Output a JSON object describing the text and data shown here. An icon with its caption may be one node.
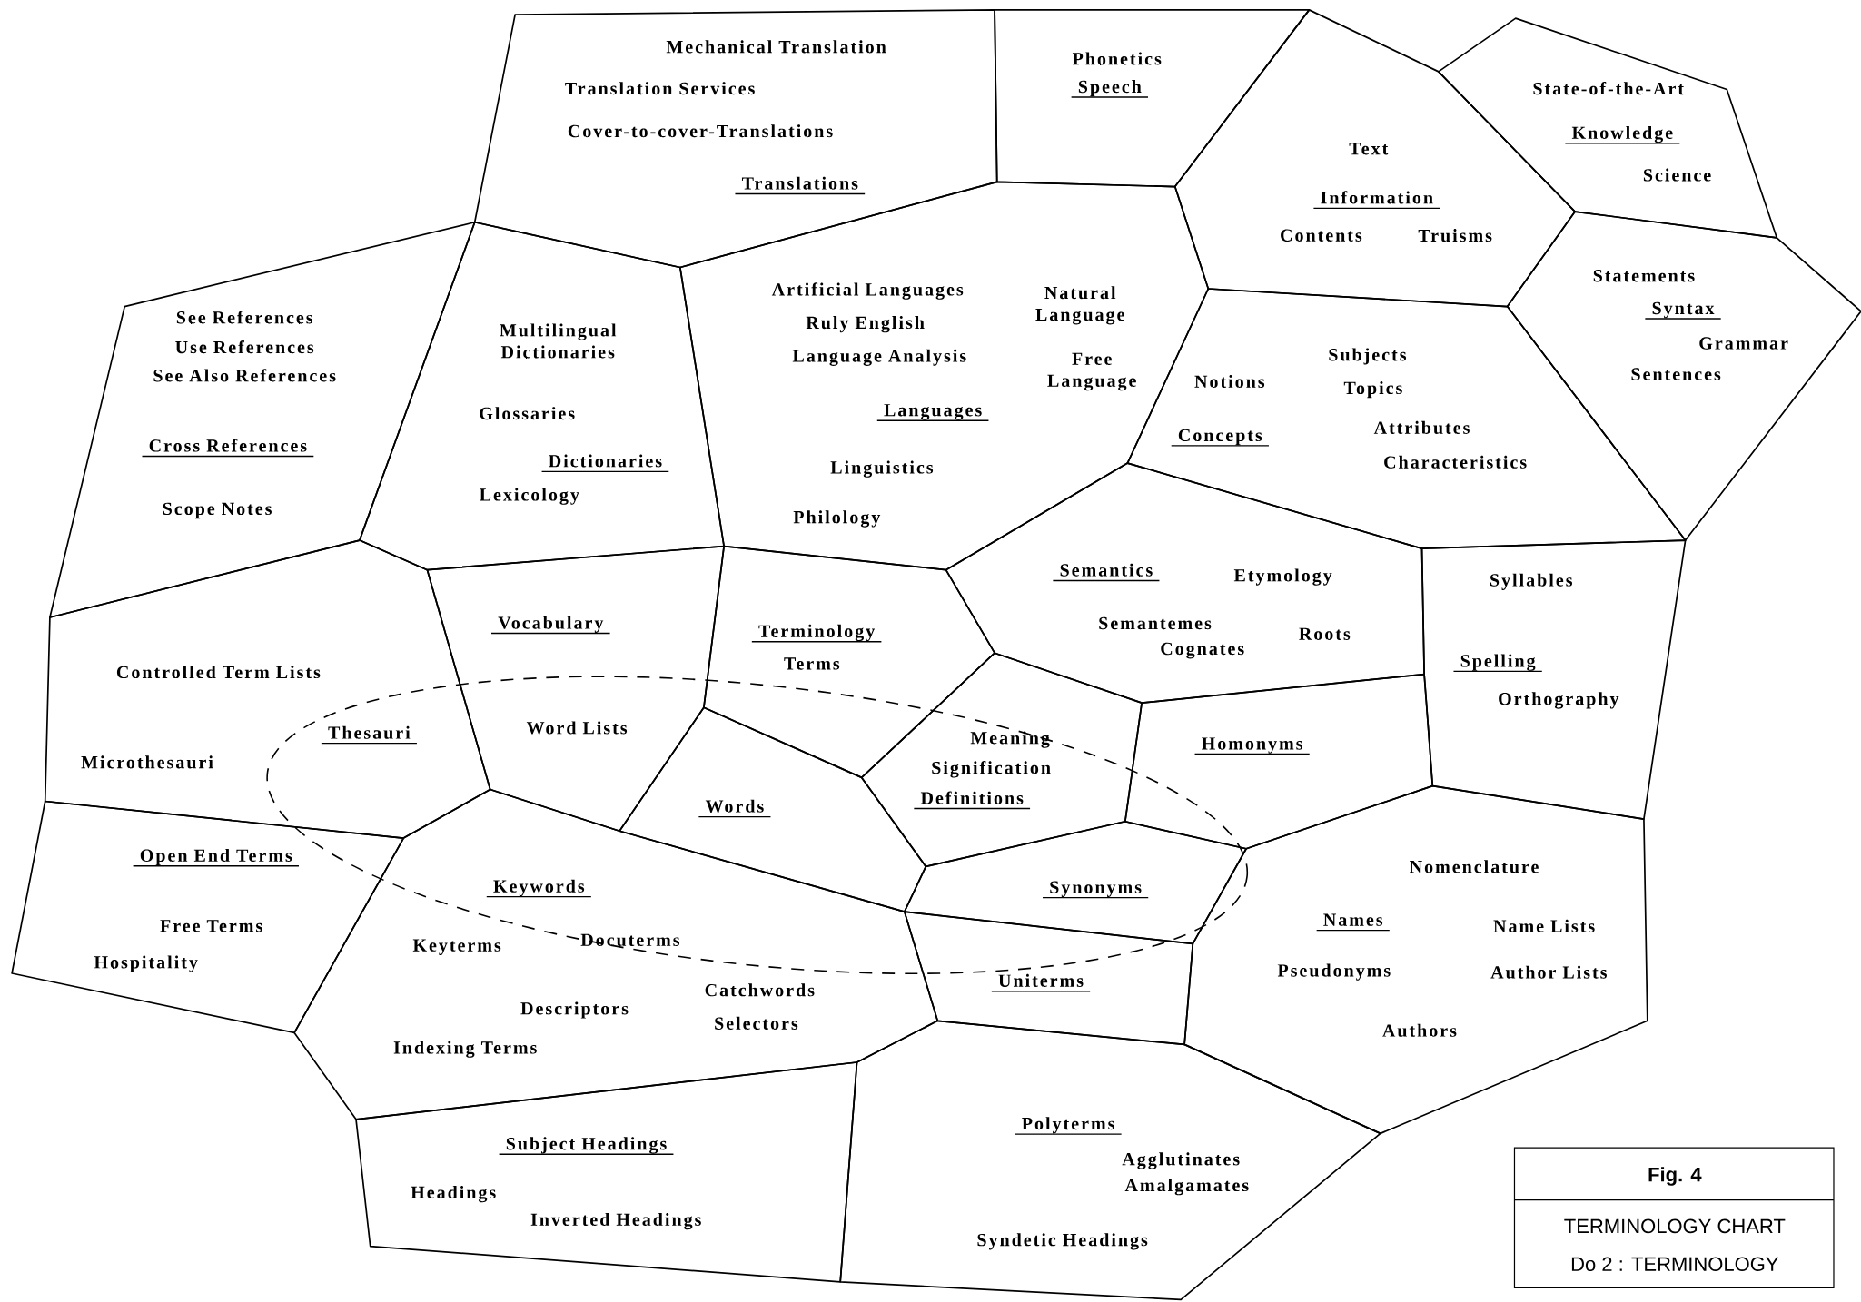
{
  "diagram": {
    "nodes": [
      {
        "text": [
          "Mechanical Translation",
          "Translation Services",
          "Cover-to-cover-Translations",
          "Translations"
        ]
      },
      {
        "text": [
          "Phonetics",
          "Speech"
        ]
      },
      {
        "text": [
          "Text",
          "Information",
          "Contents",
          "Truisms"
        ]
      },
      {
        "text": [
          "State-of-the-Art",
          "Knowledge",
          "Science"
        ]
      },
      {
        "text": [
          "Statements",
          "Syntax",
          "Grammar",
          "Sentences"
        ]
      },
      {
        "text": [
          "See References",
          "Use References",
          "See Also References",
          "Cross References",
          "Scope Notes"
        ]
      },
      {
        "text": [
          "Multilingual Dictionaries",
          "Glossaries",
          "Dictionaries",
          "Lexicology"
        ]
      },
      {
        "text": [
          "Artificial Languages",
          "Ruly English",
          "Language Analysis",
          "Natural Language",
          "Free Language",
          "Languages",
          "Linguistics",
          "Philology"
        ]
      },
      {
        "text": [
          "Notions",
          "Subjects",
          "Topics",
          "Concepts",
          "Attributes",
          "Characteristics"
        ]
      },
      {
        "text": [
          "Semantics",
          "Etymology",
          "Semantemes",
          "Cognates",
          "Roots"
        ]
      },
      {
        "text": [
          "Syllables",
          "Spelling",
          "Orthography"
        ]
      },
      {
        "text": [
          "Controlled Term Lists",
          "Thesauri",
          "Microthesauri"
        ]
      },
      {
        "text": [
          "Vocabulary",
          "Word Lists"
        ]
      },
      {
        "text": [
          "Terminology",
          "Terms"
        ]
      },
      {
        "text": [
          "Meaning",
          "Signification",
          "Definitions"
        ]
      },
      {
        "text": [
          "Homonyms"
        ]
      },
      {
        "text": [
          "Words"
        ]
      },
      {
        "text": [
          "Open End Terms",
          "Free Terms",
          "Hospitality"
        ]
      },
      {
        "text": [
          "Keywords",
          "Keyterms",
          "Docuterms",
          "Descriptors",
          "Catchwords",
          "Selectors",
          "Indexing Terms"
        ]
      },
      {
        "text": [
          "Synonyms"
        ]
      },
      {
        "text": [
          "Nomenclature",
          "Names",
          "Name Lists",
          "Pseudonyms",
          "Author Lists",
          "Authors"
        ]
      },
      {
        "text": [
          "Uniterms"
        ]
      },
      {
        "text": [
          "Subject Headings",
          "Headings",
          "Inverted Headings"
        ]
      },
      {
        "text": [
          "Polyterms",
          "Agglutinates",
          "Amalgamates",
          "Syndetic Headings"
        ]
      },
      {
        "text": [
          "Fig. 4",
          "TERMINOLOGY CHART",
          "Do 2 : TERMINOLOGY"
        ]
      }
    ]
  }
}
